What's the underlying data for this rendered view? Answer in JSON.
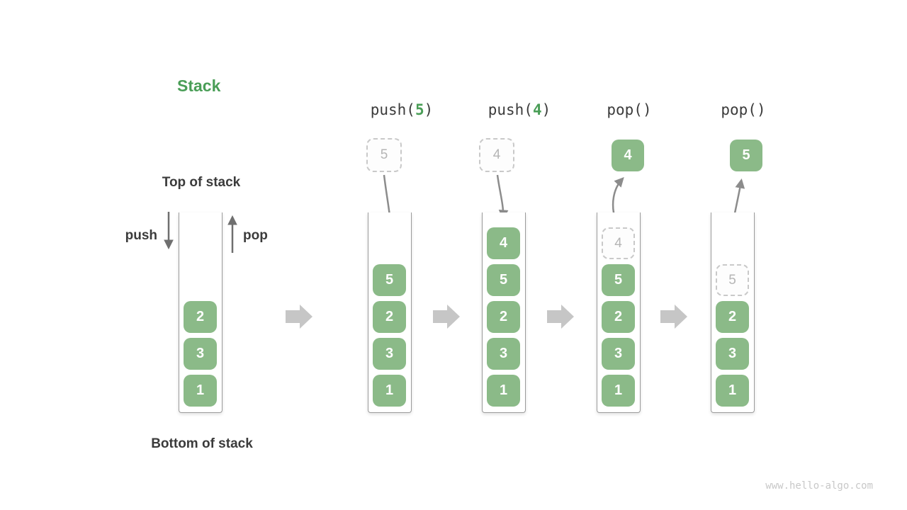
{
  "title": "Stack",
  "watermark": "www.hello-algo.com",
  "legend": {
    "top_label": "Top of stack",
    "bottom_label": "Bottom of stack",
    "push_label": "push",
    "pop_label": "pop"
  },
  "initial_stack": {
    "cells": [
      {
        "value": "2"
      },
      {
        "value": "3"
      },
      {
        "value": "1"
      }
    ]
  },
  "steps": [
    {
      "operation": {
        "prefix": "push(",
        "arg": "5",
        "suffix": ")"
      },
      "floating_box": {
        "value": "5",
        "style": "dashed"
      },
      "stack_cells": [
        {
          "value": "5",
          "style": "solid"
        },
        {
          "value": "2",
          "style": "solid"
        },
        {
          "value": "3",
          "style": "solid"
        },
        {
          "value": "1",
          "style": "solid"
        }
      ]
    },
    {
      "operation": {
        "prefix": "push(",
        "arg": "4",
        "suffix": ")"
      },
      "floating_box": {
        "value": "4",
        "style": "dashed"
      },
      "stack_cells": [
        {
          "value": "4",
          "style": "solid"
        },
        {
          "value": "5",
          "style": "solid"
        },
        {
          "value": "2",
          "style": "solid"
        },
        {
          "value": "3",
          "style": "solid"
        },
        {
          "value": "1",
          "style": "solid"
        }
      ]
    },
    {
      "operation": {
        "prefix": "pop(",
        "arg": "",
        "suffix": ")"
      },
      "floating_box": {
        "value": "4",
        "style": "solid"
      },
      "stack_cells": [
        {
          "value": "4",
          "style": "dashed"
        },
        {
          "value": "5",
          "style": "solid"
        },
        {
          "value": "2",
          "style": "solid"
        },
        {
          "value": "3",
          "style": "solid"
        },
        {
          "value": "1",
          "style": "solid"
        }
      ]
    },
    {
      "operation": {
        "prefix": "pop(",
        "arg": "",
        "suffix": ")"
      },
      "floating_box": {
        "value": "5",
        "style": "solid"
      },
      "stack_cells": [
        {
          "value": "5",
          "style": "dashed"
        },
        {
          "value": "2",
          "style": "solid"
        },
        {
          "value": "3",
          "style": "solid"
        },
        {
          "value": "1",
          "style": "solid"
        }
      ]
    }
  ],
  "colors": {
    "title_green": "#4a9e57",
    "cell_green": "#8bba88",
    "dark_text": "#3b3b3b",
    "straight_arrow": "#6f6f6f",
    "curved_arrow": "#8c8c8c",
    "block_arrow": "#c6c6c6",
    "dashed_border": "#c9c9c9",
    "dashed_text": "#b5b5b5",
    "container_border": "#9b9b9b",
    "watermark_gray": "#c8c8c8"
  }
}
